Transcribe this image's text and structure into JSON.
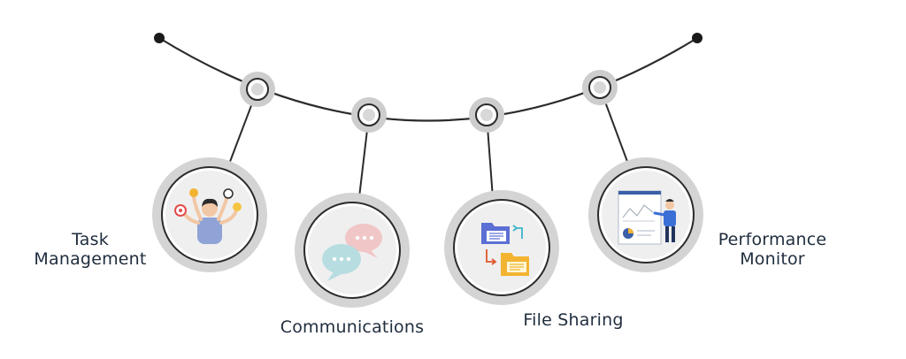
{
  "diagram": {
    "accent_dark": "#2b2b2b",
    "ring_gray": "#cfcfcf",
    "node_gray": "#cdcdcd",
    "items": [
      {
        "id": "task",
        "label_lines": [
          "Task",
          "Management"
        ],
        "icon": "multitasking-person-icon"
      },
      {
        "id": "comm",
        "label_lines": [
          "Communications"
        ],
        "icon": "chat-bubbles-icon"
      },
      {
        "id": "file",
        "label_lines": [
          "File Sharing"
        ],
        "icon": "folder-transfer-icon"
      },
      {
        "id": "perf",
        "label_lines": [
          "Performance",
          "Monitor"
        ],
        "icon": "presentation-chart-icon"
      }
    ]
  }
}
